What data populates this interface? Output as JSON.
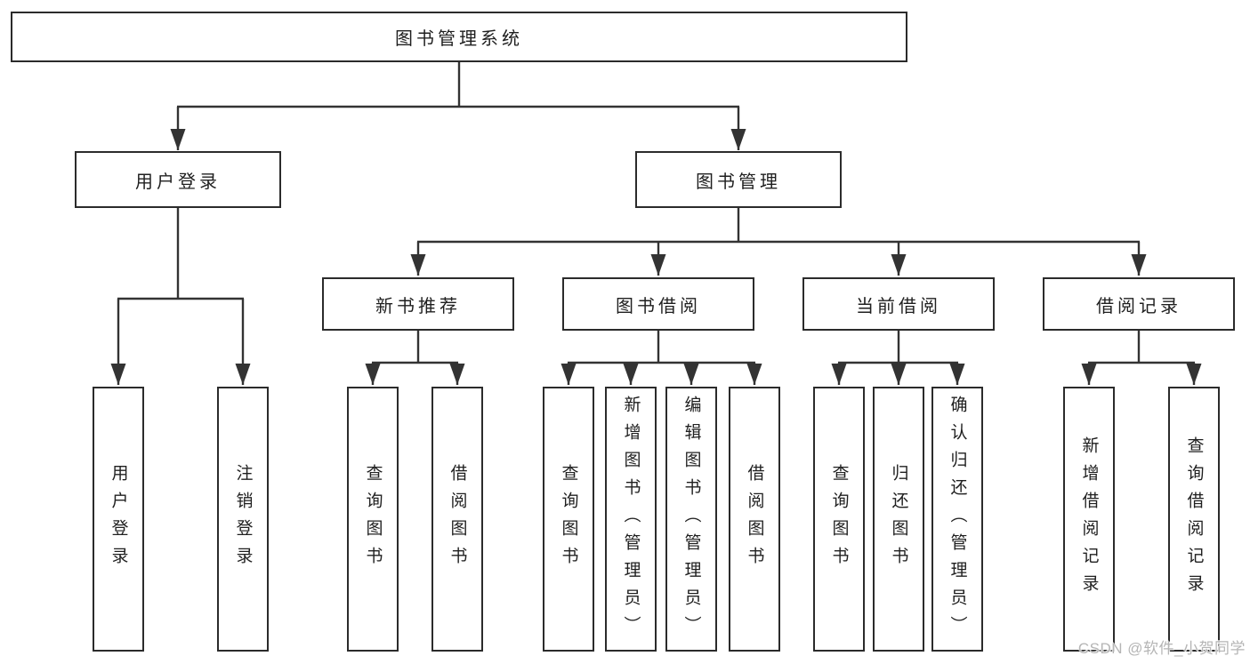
{
  "diagram": {
    "root": {
      "label": "图书管理系统"
    },
    "branches": [
      {
        "label": "用户登录",
        "children": [
          {
            "label": "用户登录"
          },
          {
            "label": "注销登录"
          }
        ]
      },
      {
        "label": "图书管理",
        "children": [
          {
            "label": "新书推荐",
            "children": [
              {
                "label": "查询图书"
              },
              {
                "label": "借阅图书"
              }
            ]
          },
          {
            "label": "图书借阅",
            "children": [
              {
                "label": "查询图书"
              },
              {
                "label": "新增图书（管理员）"
              },
              {
                "label": "编辑图书（管理员）"
              },
              {
                "label": "借阅图书"
              }
            ]
          },
          {
            "label": "当前借阅",
            "children": [
              {
                "label": "查询图书"
              },
              {
                "label": "归还图书"
              },
              {
                "label": "确认归还（管理员）"
              }
            ]
          },
          {
            "label": "借阅记录",
            "children": [
              {
                "label": "新增借阅记录"
              },
              {
                "label": "查询借阅记录"
              }
            ]
          }
        ]
      }
    ]
  },
  "watermark": {
    "text": "CSDN @软件_小贺同学"
  },
  "colors": {
    "line": "#333333",
    "box_border": "#2b2b2b",
    "box_fill": "#ffffff",
    "text": "#1f1f1f",
    "watermark": "#b5b5b5",
    "background": "#ffffff"
  }
}
